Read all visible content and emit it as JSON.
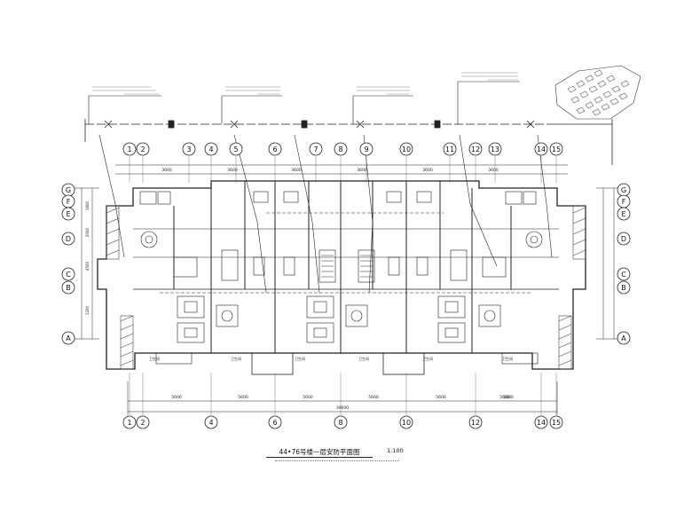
{
  "drawing": {
    "title": "44•76号楼一层安防平面图",
    "scale": "1:100",
    "axes_top": [
      "1",
      "2",
      "3",
      "4",
      "5",
      "6",
      "7",
      "8",
      "9",
      "10",
      "11",
      "12",
      "13",
      "14",
      "15"
    ],
    "axes_bottom": [
      "1",
      "2",
      "4",
      "6",
      "8",
      "10",
      "12",
      "14",
      "15"
    ],
    "axes_rows": [
      "G",
      "F",
      "E",
      "D",
      "C",
      "B",
      "A"
    ],
    "dims_bottom": [
      "5600",
      "5600",
      "5600",
      "5600",
      "5600",
      "5600",
      "5600"
    ],
    "dim_overall": "39600",
    "dims_top": [
      "3600",
      "3600",
      "3600",
      "3600",
      "3600",
      "3600"
    ],
    "dims_left": [
      "1600",
      "2000",
      "4500",
      "1200"
    ],
    "room_labels": [
      "卫生间",
      "卫生间",
      "卫生间",
      "卫生间",
      "卫生间",
      "卫生间"
    ]
  }
}
